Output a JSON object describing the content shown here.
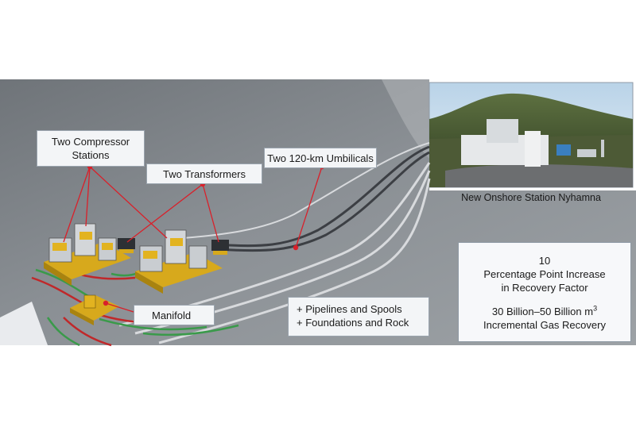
{
  "labels": {
    "compressor_line1": "Two Compressor",
    "compressor_line2": "Stations",
    "transformers": "Two Transformers",
    "umbilicals": "Two 120-km Umbilicals",
    "manifold": "Manifold",
    "pipelines": "+ Pipelines and Spools",
    "foundations": "+ Foundations and Rock",
    "onshore_station": "New Onshore Station Nyhamna"
  },
  "stats": {
    "points_value": "10",
    "points_line1": "Percentage Point Increase",
    "points_line2": "in Recovery Factor",
    "gas_range": "30 Billion–50 Billion m",
    "gas_unit_exp": "3",
    "gas_line2": "Incremental Gas Recovery"
  },
  "colors": {
    "leader": "#d9202a",
    "seabed": "#7d8287",
    "equipment": "#e2b320",
    "pipe_red": "#c0282a",
    "pipe_green": "#3a9a4a",
    "umbilical_light": "#d8dadd",
    "umbilical_dark": "#3c3f44"
  }
}
